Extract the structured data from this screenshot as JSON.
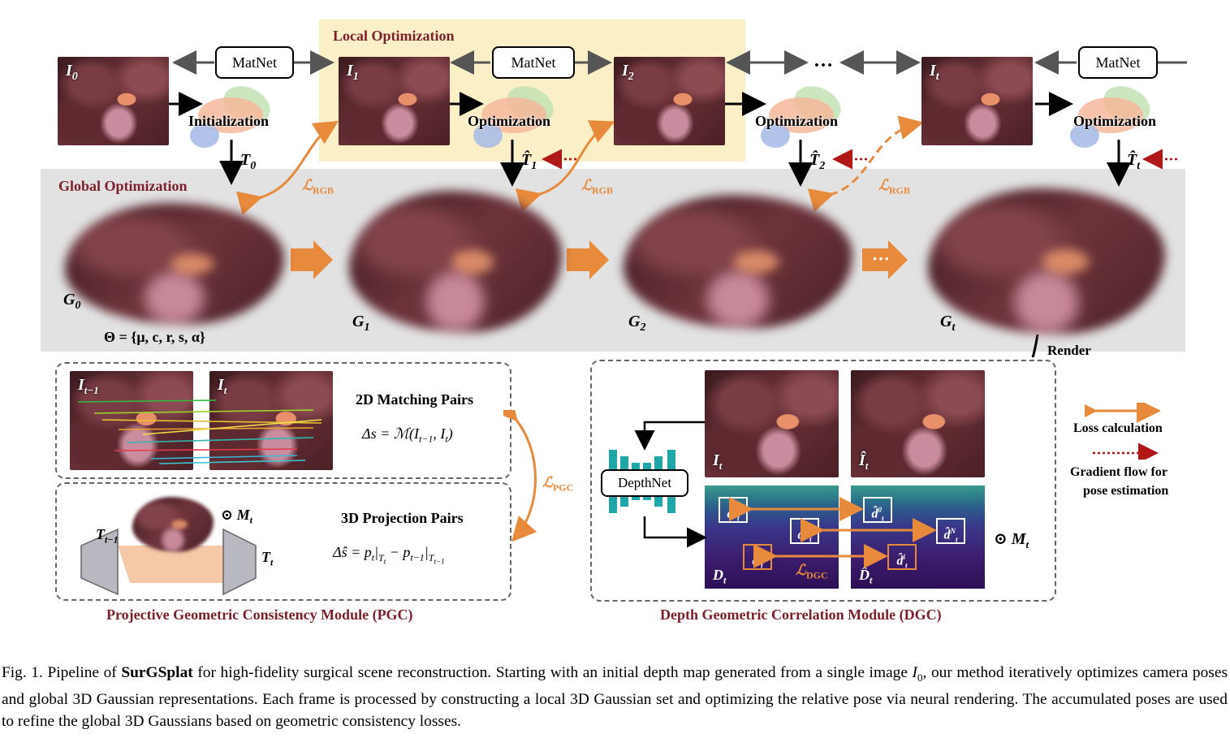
{
  "frames": {
    "i0": "I",
    "i0_sub": "0",
    "i1": "I",
    "i1_sub": "1",
    "i2": "I",
    "i2_sub": "2",
    "it": "I",
    "it_sub": "t"
  },
  "matnet_label": "MatNet",
  "ellipsis": "…",
  "initialization_label": "Initialization",
  "optimization_label": "Optimization",
  "local_optimization_title": "Local Optimization",
  "global_optimization_title": "Global Optimization",
  "poses": {
    "t0": "T",
    "t0_sub": "0",
    "t1": "T̂",
    "t1_sub": "1",
    "t2": "T̂",
    "t2_sub": "2",
    "tt": "T̂",
    "tt_sub": "t"
  },
  "loss_rgb": "ℒ",
  "loss_rgb_sub": "RGB",
  "gaussians": {
    "g0": "G",
    "g0_sub": "0",
    "g1": "G",
    "g1_sub": "1",
    "g2": "G",
    "g2_sub": "2",
    "gt": "G",
    "gt_sub": "t"
  },
  "theta_formula": "Θ = {μ, c, r, s, α}",
  "render_label": "Render",
  "pgc": {
    "frame_a": "I",
    "frame_a_sub": "t−1",
    "frame_b": "I",
    "frame_b_sub": "t",
    "matching_title": "2D Matching Pairs",
    "matching_formula": "Δs = ℳ(I",
    "matching_formula_tail1": "t−1",
    "matching_formula_mid": ", I",
    "matching_formula_tail2": "t",
    "matching_formula_end": ")",
    "mask": "⊙ M",
    "mask_sub": "t",
    "cam_a": "T",
    "cam_a_sub": "t−1",
    "cam_b": "T",
    "cam_b_sub": "t",
    "projection_title": "3D Projection Pairs",
    "projection_formula": "Δŝ = p",
    "projection_formula_s1": "t",
    "projection_formula_m1": "|",
    "projection_formula_s2": "T",
    "projection_formula_s2b": "t",
    "projection_formula_m2": " − p",
    "projection_formula_s3": "t−1",
    "projection_formula_m3": "|",
    "projection_formula_s4": "T",
    "projection_formula_s4b": "t−1",
    "loss": "ℒ",
    "loss_sub": "PGC",
    "title": "Projective Geometric Consistency Module (PGC)"
  },
  "dgc": {
    "depthnet": "DepthNet",
    "frame_a": "I",
    "frame_a_sub": "t",
    "frame_b": "Î",
    "frame_b_sub": "t",
    "depth_a": "D",
    "depth_a_sub": "t",
    "depth_b": "D̂",
    "depth_b_sub": "t",
    "d0": "d",
    "d0_sup": "0",
    "d0_sub": "t",
    "dn": "d",
    "dn_sup": "N",
    "dn_sub": "t",
    "di": "d",
    "di_sup": "i",
    "di_sub": "t",
    "d0h": "d̂",
    "dnh": "d̂",
    "dih": "d̂",
    "loss": "ℒ",
    "loss_sub": "DGC",
    "mask": "⊙ M",
    "mask_sub": "t",
    "title": "Depth Geometric Correlation Module (DGC)"
  },
  "legend": {
    "loss": "Loss calculation",
    "gradient_line1": "Gradient flow for",
    "gradient_line2": "pose estimation"
  },
  "caption": {
    "prefix": "Fig. 1.   Pipeline of ",
    "bold": "SurGSplat",
    "text1": " for high-fidelity surgical scene reconstruction. Starting with an initial depth map generated from a single image ",
    "ivar": "I",
    "ivar_sub": "0",
    "text2": ", our method iteratively optimizes camera poses and global 3D Gaussian representations. Each frame is processed by constructing a local 3D Gaussian set and optimizing the relative pose via neural rendering. The accumulated poses are used to refine the global 3D Gaussians based on geometric consistency losses."
  },
  "colors": {
    "accent_orange": "#e88a3c",
    "title_red": "#7b1f2a",
    "local_bg": "#fbefc8",
    "global_bg": "#e2e2e2"
  }
}
